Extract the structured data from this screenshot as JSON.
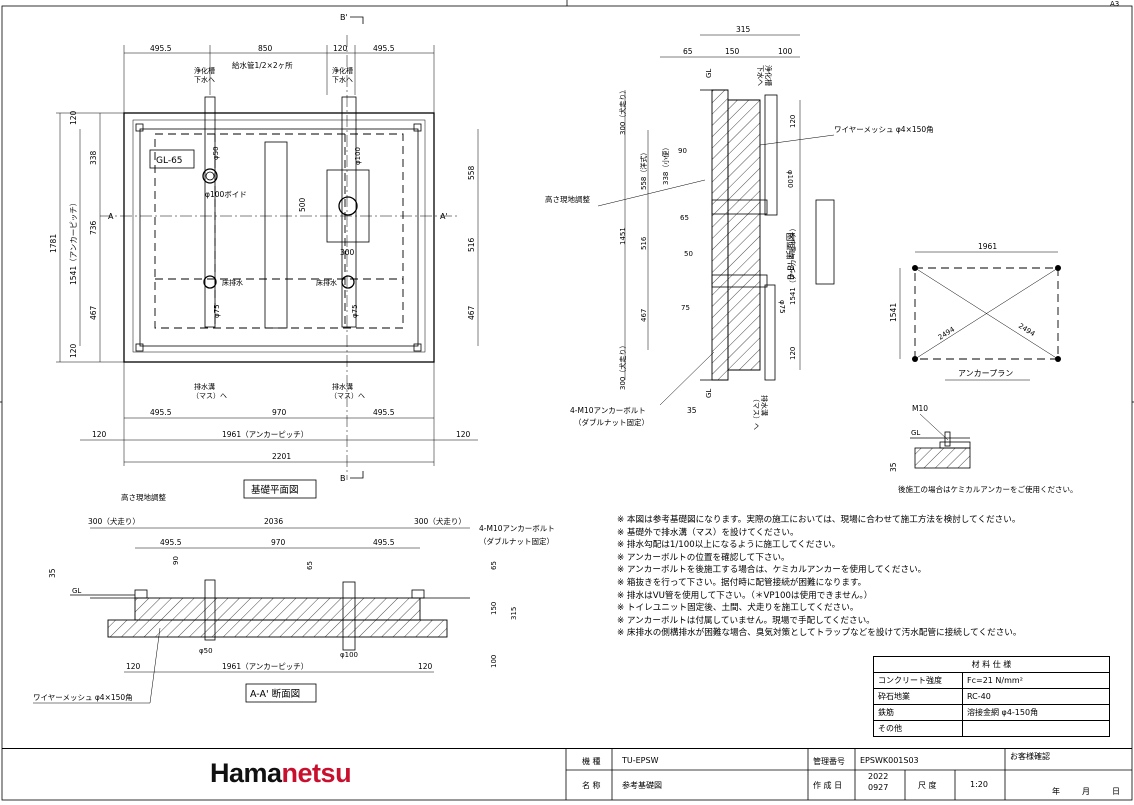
{
  "sheet": {
    "size_label": "A3"
  },
  "plan": {
    "section_mark_top": "B'",
    "section_mark_bottom": "B",
    "section_mark_left": "A",
    "section_mark_right": "A'",
    "top_dims": [
      "495.5",
      "850",
      "120",
      "495.5"
    ],
    "bottom_dims": [
      "495.5",
      "970",
      "495.5"
    ],
    "pitch_dim": "1961（アンカーピッチ）",
    "overall_width": "2201",
    "edge_left": "120",
    "edge_right": "120",
    "left_dims": [
      "120",
      "338",
      "736",
      "467",
      "120"
    ],
    "left_pitch": "1541（アンカーピッチ）",
    "left_overall": "1781",
    "right_dims": [
      "558",
      "516",
      "467"
    ],
    "water_supply": "給水管1/2×2ヶ所",
    "septic_left": "浄化槽\n下水へ",
    "septic_right": "浄化槽\n下水へ",
    "gl_label": "GL-65",
    "phi50": "φ50",
    "void": "φ100ボイド",
    "phi100": "φ100",
    "box_h": "500",
    "box_w": "300",
    "floor_drain_l": "床排水",
    "floor_drain_r": "床排水",
    "phi75_l": "φ75",
    "phi75_r": "φ75",
    "drain_l": "排水溝\n（マス）へ",
    "drain_r": "排水溝\n（マス）へ",
    "title": "基礎平面図"
  },
  "section_aa": {
    "height_adjust": "高さ現地調整",
    "top_left": "300（犬走り）",
    "top_mid": "2036",
    "top_right": "300（犬走り）",
    "dims_mid": [
      "495.5",
      "970",
      "495.5"
    ],
    "anchor_note": "4-M10アンカーボルト",
    "anchor_sub": "（ダブルナット固定）",
    "d35": "35",
    "gl": "GL",
    "d90": "90",
    "d65a": "65",
    "d65b": "65",
    "d150": "150",
    "d315": "315",
    "d100": "100",
    "phi50": "φ50",
    "phi100": "φ100",
    "bot_left": "120",
    "bot_pitch": "1961（アンカーピッチ）",
    "bot_right": "120",
    "mesh": "ワイヤーメッシュ φ4×150角",
    "title": "A-A' 断面図"
  },
  "section_bb": {
    "top_315": "315",
    "top_65": "65",
    "top_150": "150",
    "top_100": "100",
    "septic": "浄化槽\n下水へ",
    "gl_top": "GL",
    "left_300a": "300（犬走り）",
    "left_558": "558（洋式）",
    "left_338": "338（小便）",
    "left_1451": "1451",
    "left_516": "516",
    "left_467": "467",
    "left_300b": "300（犬走り）",
    "d90": "90",
    "d65": "65",
    "d50": "50",
    "d75": "75",
    "height_adjust": "高さ現地調整",
    "mesh": "ワイヤーメッシュ φ4×150角",
    "phi100": "φ100",
    "phi75": "φ75",
    "right_120a": "120",
    "right_pitch": "1541（アンカーピッチ）",
    "right_120b": "120",
    "anchor_note": "4-M10アンカーボルト",
    "anchor_sub": "（ダブルナット固定）",
    "d35": "35",
    "gl_bottom": "GL",
    "drain": "排水溝\n（マス）へ",
    "title": "B-B' 断面図"
  },
  "anchor_plan": {
    "width": "1961",
    "height": "1541",
    "diag1": "2494",
    "diag2": "2494",
    "title": "アンカープラン"
  },
  "detail": {
    "m10": "M10",
    "gl": "GL",
    "d35": "35",
    "note": "後施工の場合はケミカルアンカーをご使用ください。"
  },
  "notes": [
    "※ 本図は参考基礎図になります。実際の施工においては、現場に合わせて施工方法を検討してください。",
    "※ 基礎外で排水溝（マス）を設けてください。",
    "※ 排水勾配は1/100以上になるように施工してください。",
    "※ アンカーボルトの位置を確認して下さい。",
    "※ アンカーボルトを後施工する場合は、ケミカルアンカーを使用してください。",
    "※ 箱抜きを行って下さい。据付時に配管接続が困難になります。",
    "※ 排水はVU管を使用して下さい。（＊VP100は使用できません。）",
    "※ トイレユニット固定後、土間、犬走りを施工してください。",
    "※ アンカーボルトは付属していません。現場で手配してください。",
    "※ 床排水の側構排水が困難な場合、臭気対策としてトラップなどを設けて汚水配管に接続してください。"
  ],
  "spec": {
    "header": "材 料 仕 様",
    "rows": [
      {
        "label": "コンクリート強度",
        "value": "Fc=21 N/mm²"
      },
      {
        "label": "砕石地業",
        "value": "RC-40"
      },
      {
        "label": "鉄筋",
        "value": "溶接金網 φ4-150角"
      },
      {
        "label": "その他",
        "value": ""
      }
    ]
  },
  "title_block": {
    "logo_pre": "Hama",
    "logo_post": "netsu",
    "model_label": "機 種",
    "model_value": "TU-EPSW",
    "name_label": "名 称",
    "name_value": "参考基礎図",
    "mgmt_label": "管理番号",
    "mgmt_value": "EPSWK001S03",
    "date_label": "作 成 日",
    "date_value_1": "2022",
    "date_value_2": "0927",
    "scale_label": "尺 度",
    "scale_value": "1:20",
    "customer_label": "お客様確認",
    "year": "年",
    "month": "月",
    "day": "日"
  }
}
